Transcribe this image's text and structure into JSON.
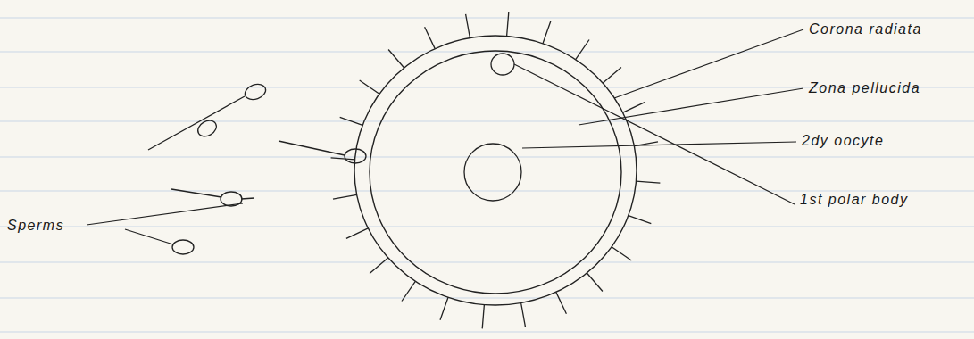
{
  "diagram": {
    "labels": [
      "Corona radiata",
      "Zona pellucida",
      "2dy oocyte",
      "1st polar body",
      "Sperms"
    ]
  }
}
